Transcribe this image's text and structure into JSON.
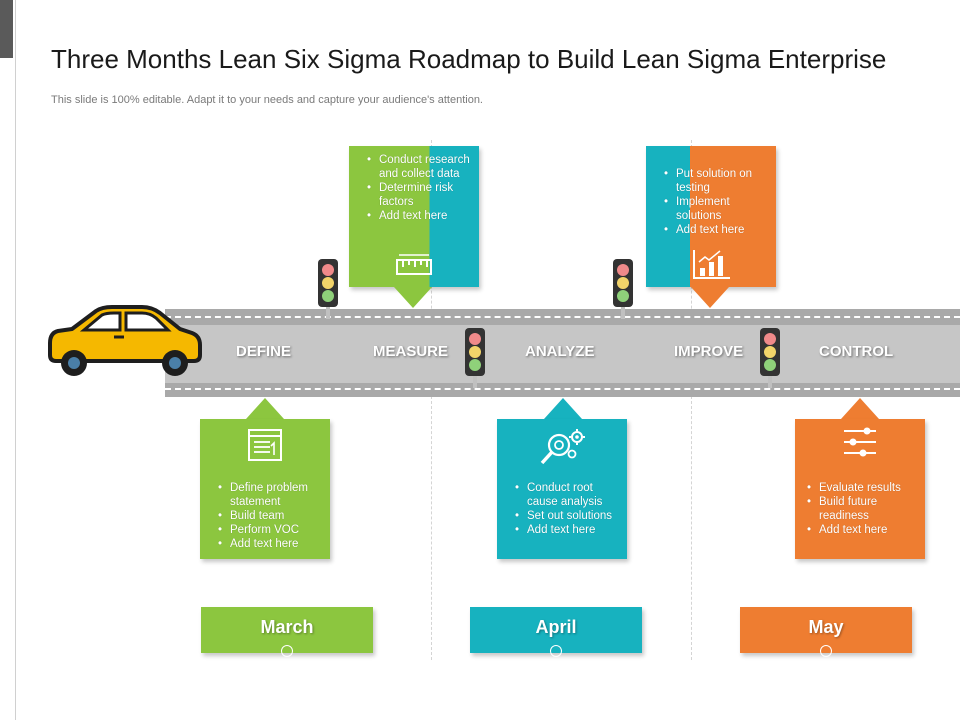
{
  "title": "Three Months Lean Six Sigma Roadmap to Build Lean Sigma Enterprise",
  "subtitle": "This slide is 100% editable. Adapt it to your needs and capture your audience's attention.",
  "colors": {
    "green": "#8cc63f",
    "teal": "#17b2bf",
    "orange": "#ee7d31",
    "road": "#a9a9a9",
    "car": "#f5b800"
  },
  "stages": [
    "DEFINE",
    "MEASURE",
    "ANALYZE",
    "IMPROVE",
    "CONTROL"
  ],
  "cards": {
    "measure": [
      "Conduct research and collect data",
      "Determine risk factors",
      "Add text here"
    ],
    "improve": [
      "Put solution on testing",
      "Implement solutions",
      "Add text here"
    ],
    "define": [
      "Define problem statement",
      "Build team",
      "Perform VOC",
      "Add text here"
    ],
    "analyze": [
      "Conduct root cause analysis",
      "Set out solutions",
      "Add text here"
    ],
    "control": [
      "Evaluate results",
      "Build future readiness",
      "Add text here"
    ]
  },
  "months": [
    "March",
    "April",
    "May"
  ],
  "icons": {
    "measure": "ruler-icon",
    "improve": "bar-chart-up-icon",
    "define": "document-icon",
    "analyze": "gear-search-icon",
    "control": "sliders-icon",
    "vehicle": "car-icon",
    "signal": "traffic-light-icon"
  }
}
